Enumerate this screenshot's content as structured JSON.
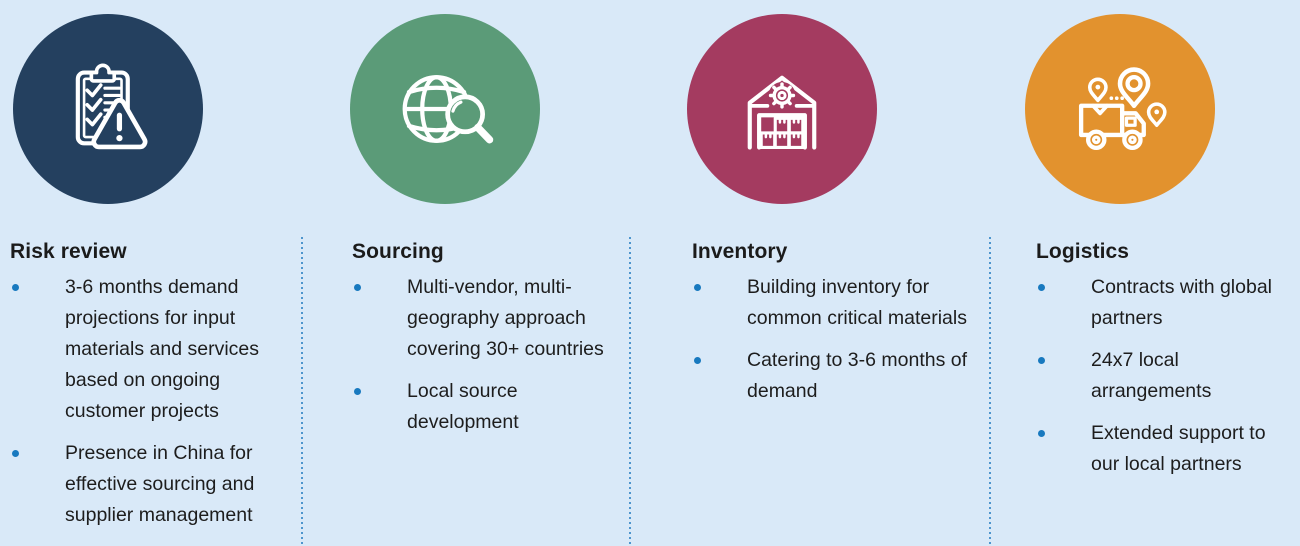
{
  "background_color": "#d9e9f8",
  "styles": {
    "background_color": "#d9e9f8",
    "heading_color": "#1b1b1b",
    "body_color": "#1d1d1d",
    "bullet_dot_color": "#1879bf",
    "divider_color": "#4e95cd",
    "icon_stroke_color": "#ffffff"
  },
  "columns": [
    {
      "id": "risk-review",
      "title": "Risk review",
      "icon": "clipboard-warning-icon",
      "circle_color": "#24405f",
      "bullets": [
        "3-6 months demand projections for input materials and services based on ongoing customer projects",
        "Presence in China for effective sourcing and supplier management"
      ]
    },
    {
      "id": "sourcing",
      "title": "Sourcing",
      "icon": "globe-search-icon",
      "circle_color": "#5b9b78",
      "bullets": [
        "Multi-vendor, multi-geography approach covering 30+ countries",
        "Local source development"
      ]
    },
    {
      "id": "inventory",
      "title": "Inventory",
      "icon": "warehouse-gear-icon",
      "circle_color": "#a43b60",
      "bullets": [
        "Building inventory for common critical materials",
        "Catering to 3-6 months of demand"
      ]
    },
    {
      "id": "logistics",
      "title": "Logistics",
      "icon": "truck-location-icon",
      "circle_color": "#e2922e",
      "bullets": [
        "Contracts with global partners",
        "24x7 local arrangements",
        "Extended support to our local partners"
      ]
    }
  ]
}
